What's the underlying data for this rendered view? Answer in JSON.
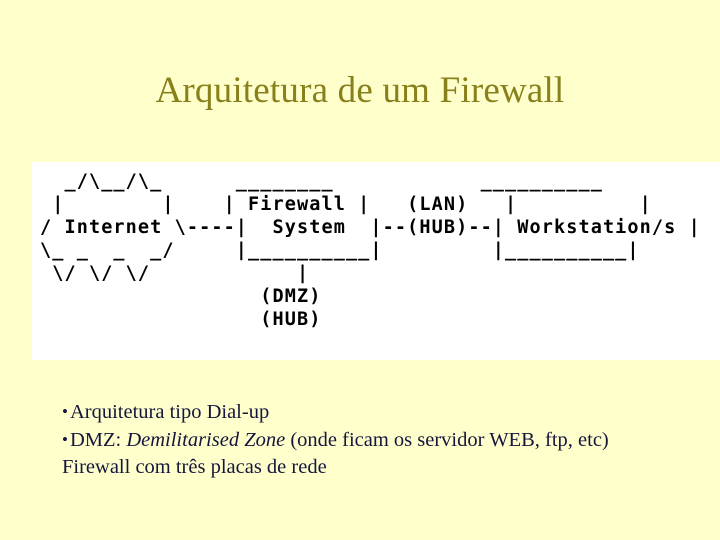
{
  "slide": {
    "background_color": "#ffffcc",
    "title": "Arquitetura de um Firewall",
    "title_color": "#88801b",
    "body_text_color": "#15153d"
  },
  "diagram": {
    "panel_background": "#ffffff",
    "type": "ascii-art-network-diagram",
    "art": "  _/\\__/\\_      ________            __________\n |        |    | Firewall |   (LAN)   |          |\n/ Internet \\----|  System  |--(HUB)--| Workstation/s |\n\\_ _  _  _/     |__________|         |__________|\n \\/ \\/ \\/            |\n                  (DMZ)\n                  (HUB)",
    "labels": {
      "internet": "Internet",
      "firewall": "Firewall",
      "system": "System",
      "lan": "(LAN)",
      "hub_lan": "(HUB)",
      "workstations": "Workstation/s",
      "dmz": "(DMZ)",
      "hub_dmz": "(HUB)"
    }
  },
  "bullets": [
    {
      "marker": "•",
      "text": "Arquitetura tipo Dial-up"
    },
    {
      "marker": "•",
      "prefix": "DMZ: ",
      "italic": "Demilitarised Zone",
      "suffix": " (onde ficam os servidor WEB, ftp, etc)",
      "continuation": "Firewall com três placas de rede"
    }
  ]
}
